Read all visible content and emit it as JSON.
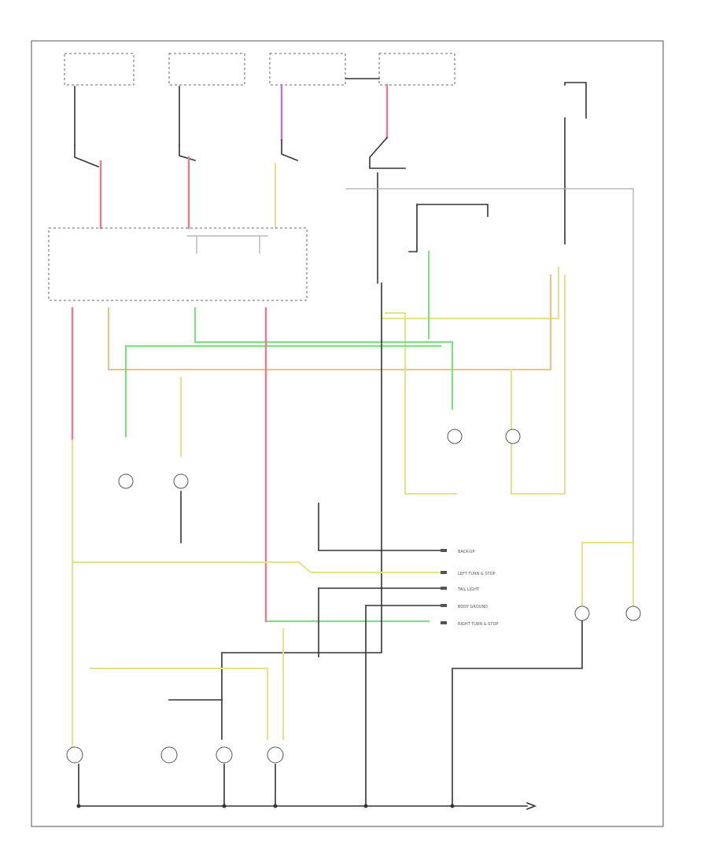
{
  "diagram": {
    "footer_code": "",
    "connector": {
      "pins": [
        "",
        "",
        "",
        "",
        ""
      ],
      "labels": [
        "BACK-UP",
        "LEFT TURN & STOP",
        "TAIL LIGHT",
        "BODY GROUND",
        "RIGHT TURN & STOP"
      ]
    }
  }
}
